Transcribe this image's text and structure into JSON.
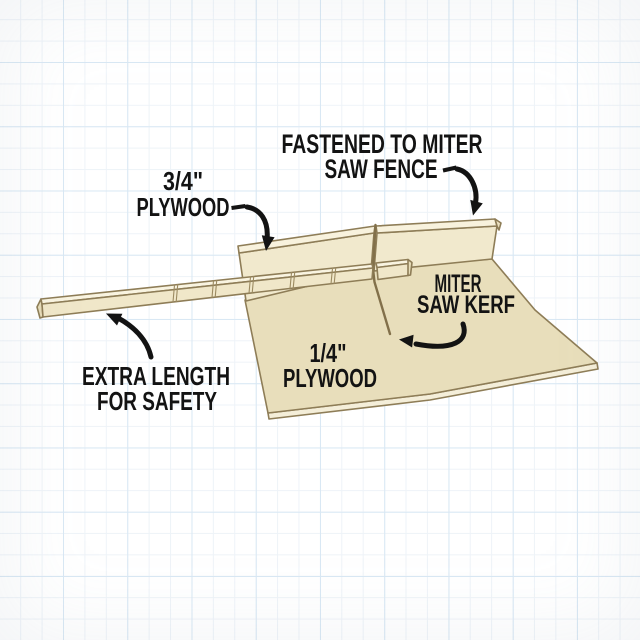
{
  "colors": {
    "background": "#ffffff",
    "grid_minor": "#eef3f8",
    "grid_major": "#d9e8f4",
    "outline": "#8e7d57",
    "cut_mark": "#9b8a61",
    "kerf": "#82704a",
    "base_top": "#e8debb",
    "base_edge": "#f4eed9",
    "fence_face": "#f1e9cd",
    "fence_top": "#f8f2dd",
    "fence_end": "#ece1c0",
    "strip_face": "#f0e7c9",
    "strip_top": "#f9f4e1",
    "strip_end": "#e7ddb9",
    "arrow": "#131313",
    "text": "#131313"
  },
  "labels": {
    "fastened": {
      "line1": "FASTENED TO MITER",
      "line2": "SAW FENCE"
    },
    "plywood_34": {
      "line1": "3/4\"",
      "line2": "PLYWOOD"
    },
    "miter_kerf": {
      "line1": "MITER",
      "line2": "SAW KERF"
    },
    "plywood_14": {
      "line1": "1/4\"",
      "line2": "PLYWOOD"
    },
    "extra_length": {
      "line1": "EXTRA LENGTH",
      "line2": "FOR SAFETY"
    }
  }
}
